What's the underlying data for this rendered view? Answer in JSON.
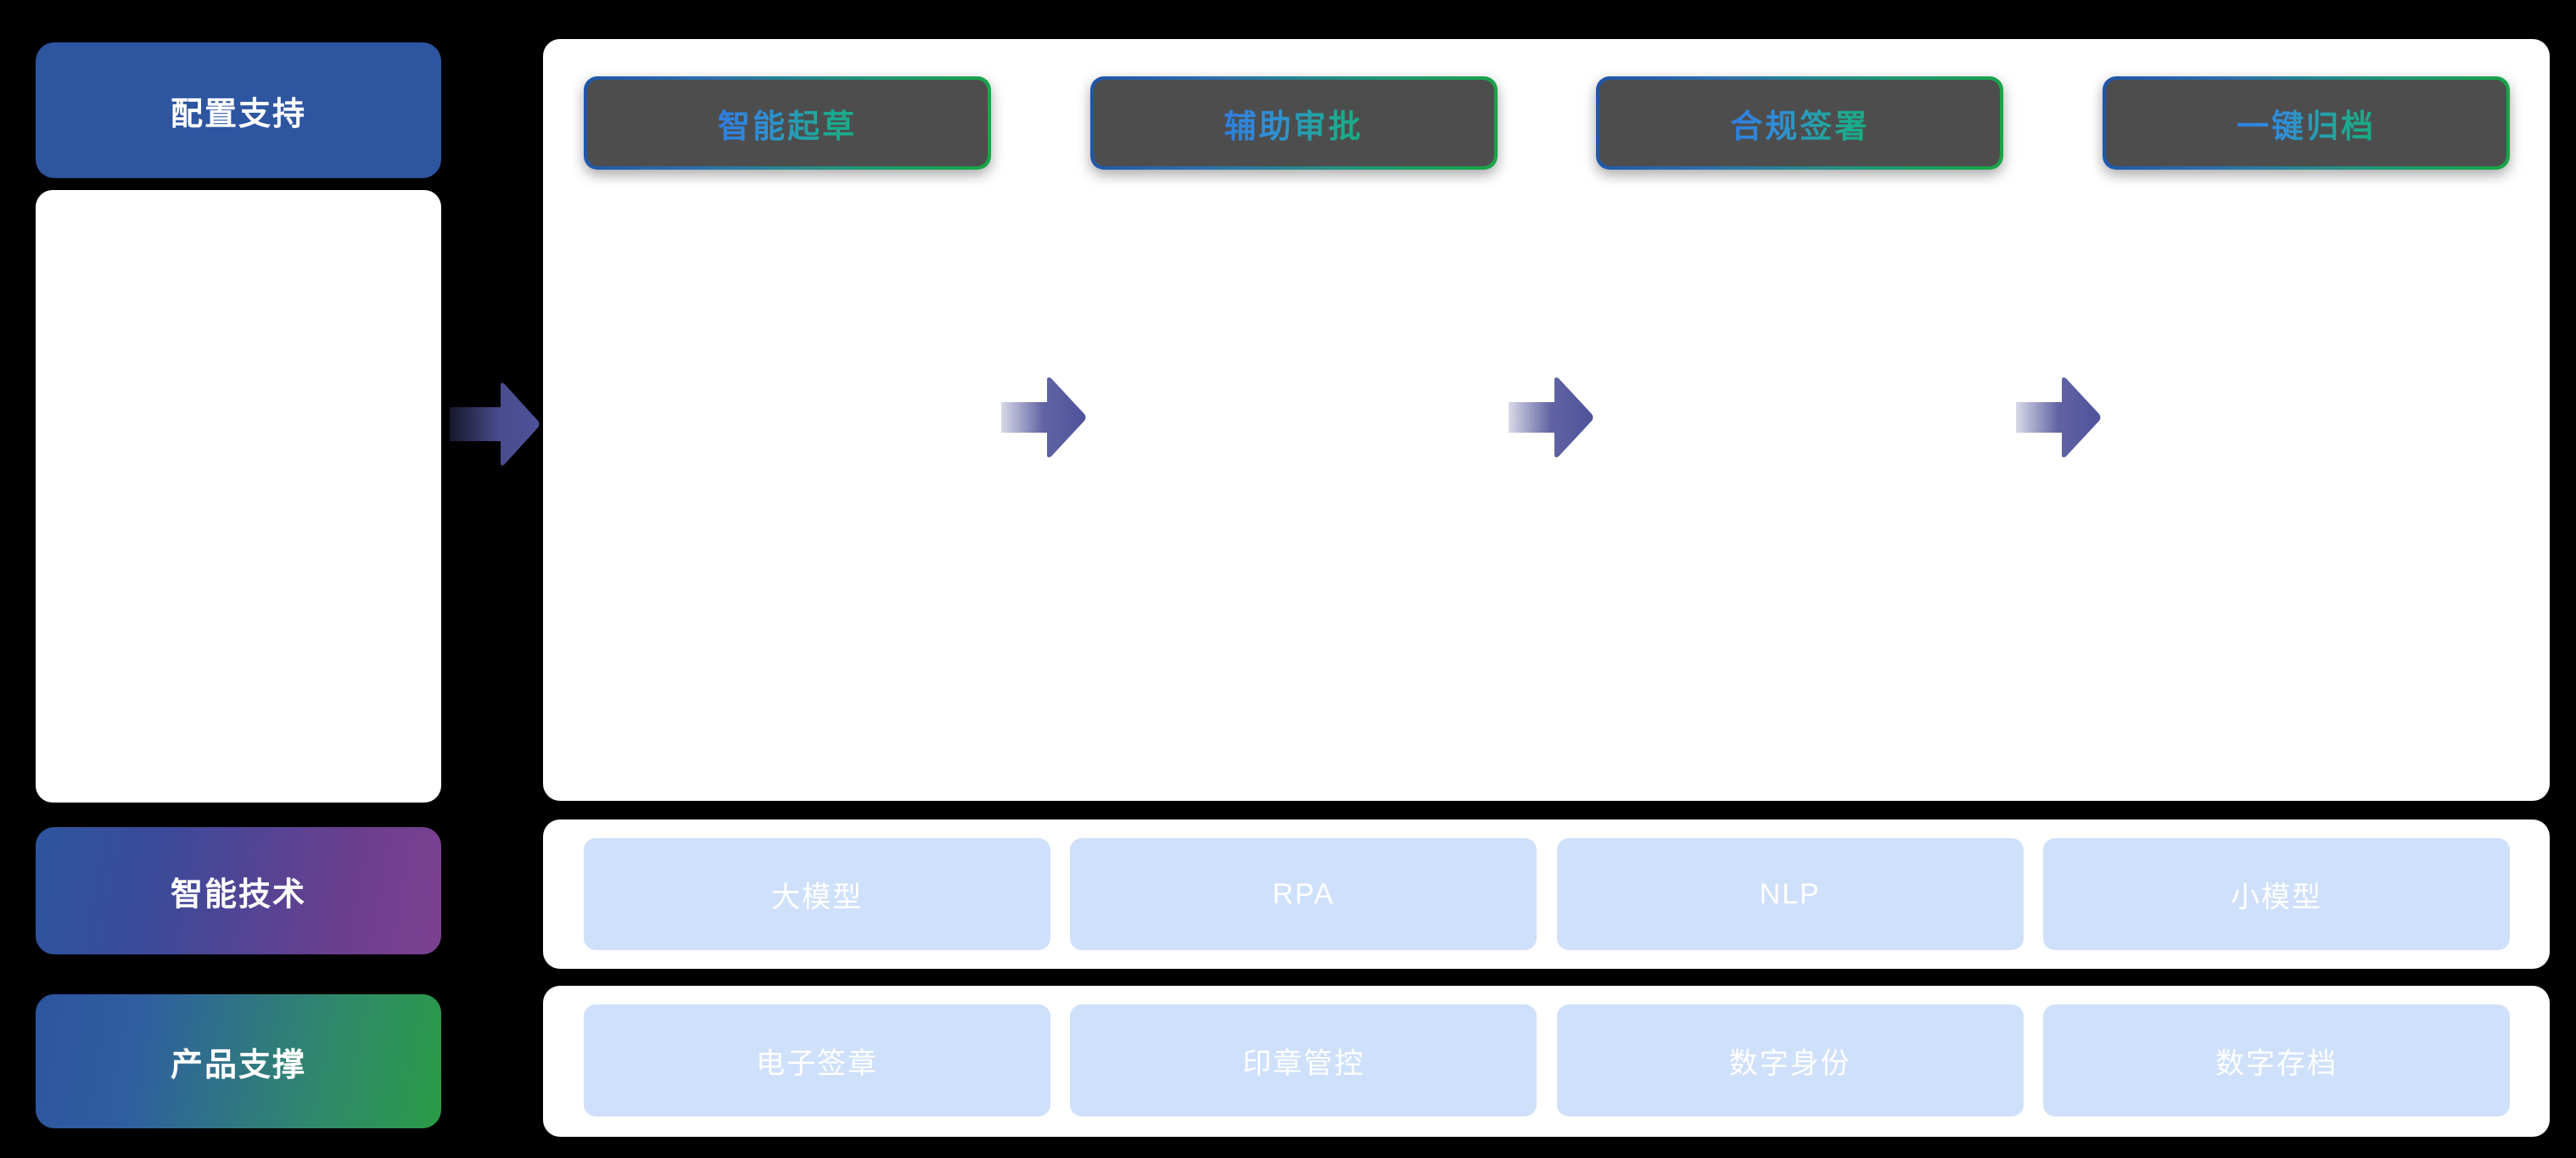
{
  "colors": {
    "background": "#000000",
    "panel": "#ffffff",
    "config_blue": "#2d55a0",
    "tech_gradient_from": "#2d55a0",
    "tech_gradient_to": "#7c4090",
    "product_gradient_from": "#2d55a0",
    "product_gradient_to": "#2a9a46",
    "step_card_fill": "#4d4d4d",
    "step_border_from": "#1f55a8",
    "step_border_to": "#18a444",
    "step_text_from": "#2f7de0",
    "step_text_to": "#17ad82",
    "support_card_fill": "#cfe0fb",
    "support_card_text": "#ffffff",
    "arrow_fill": "#4f5299"
  },
  "sidebar": {
    "cards": [
      {
        "label": "配置支持",
        "name": "sidebar-card-config"
      },
      {
        "label": "智能技术",
        "name": "sidebar-card-tech"
      },
      {
        "label": "产品支撑",
        "name": "sidebar-card-product"
      }
    ]
  },
  "flow": {
    "steps": [
      {
        "label": "智能起草"
      },
      {
        "label": "辅助审批"
      },
      {
        "label": "合规签署"
      },
      {
        "label": "一键归档"
      }
    ],
    "arrows": [
      {
        "name": "flow-arrow-1"
      },
      {
        "name": "flow-arrow-2"
      },
      {
        "name": "flow-arrow-3"
      }
    ],
    "connector_arrow": {
      "name": "sidebar-to-flow-arrow"
    }
  },
  "tech_row": {
    "items": [
      {
        "label": "大模型"
      },
      {
        "label": "RPA"
      },
      {
        "label": "NLP"
      },
      {
        "label": "小模型"
      }
    ]
  },
  "product_row": {
    "items": [
      {
        "label": "电子签章"
      },
      {
        "label": "印章管控"
      },
      {
        "label": "数字身份"
      },
      {
        "label": "数字存档"
      }
    ]
  }
}
